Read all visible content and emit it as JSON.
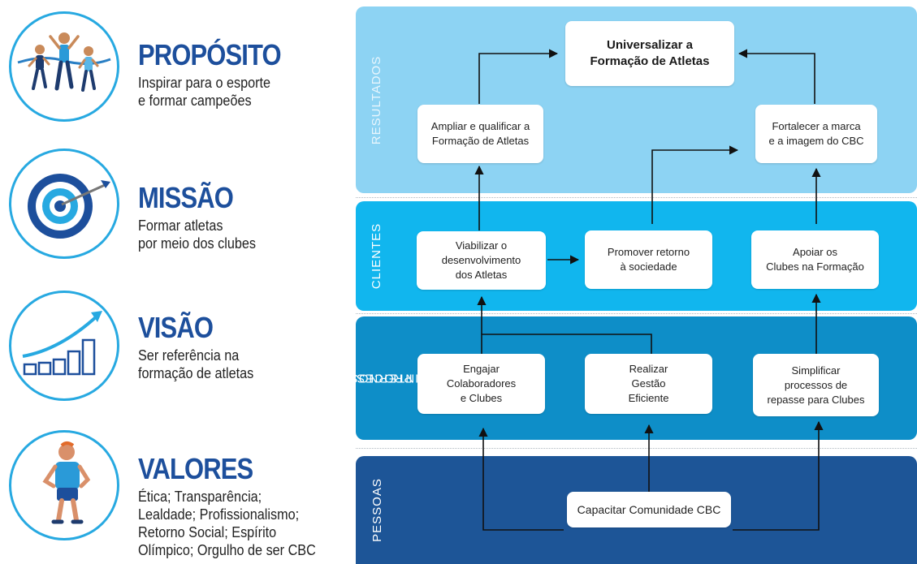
{
  "left": {
    "proposito": {
      "title": "PROPÓSITO",
      "line1": "Inspirar para o esporte",
      "line2": "e formar campeões"
    },
    "missao": {
      "title": "MISSÃO",
      "line1": "Formar atletas",
      "line2": "por meio dos clubes"
    },
    "visao": {
      "title": "VISÃO",
      "line1": "Ser referência na",
      "line2": "formação de atletas"
    },
    "valores": {
      "title": "VALORES",
      "line1": "Ética;  Transparência;",
      "line2": "Lealdade; Profissionalismo;",
      "line3": "Retorno Social; Espírito",
      "line4": "Olímpico; Orgulho de ser CBC"
    }
  },
  "bands": {
    "resultados": "RESULTADOS",
    "clientes": "CLIENTES",
    "processos_1": "PROCESSOS",
    "processos_2": "INTERNOS",
    "pessoas": "PESSOAS"
  },
  "nodes": {
    "universalizar_1": "Universalizar a",
    "universalizar_2": "Formação de Atletas",
    "ampliar_1": "Ampliar e qualificar a",
    "ampliar_2": "Formação de Atletas",
    "fortalecer_1": "Fortalecer a marca",
    "fortalecer_2": "e a imagem do CBC",
    "viabilizar_1": "Viabilizar o",
    "viabilizar_2": "desenvolvimento",
    "viabilizar_3": "dos Atletas",
    "promover_1": "Promover retorno",
    "promover_2": "à sociedade",
    "apoiar_1": "Apoiar os",
    "apoiar_2": "Clubes na Formação",
    "engajar_1": "Engajar",
    "engajar_2": "Colaboradores",
    "engajar_3": "e Clubes",
    "realizar_1": "Realizar",
    "realizar_2": "Gestão",
    "realizar_3": "Eficiente",
    "simplificar_1": "Simplificar",
    "simplificar_2": "processos de",
    "simplificar_3": "repasse para Clubes",
    "capacitar": "Capacitar Comunidade CBC"
  },
  "colors": {
    "resultados": "#8dd3f3",
    "clientes": "#11b6ee",
    "processos": "#0e8ec8",
    "pessoas": "#1d5597",
    "title_blue": "#1d4f9c",
    "icon_blue": "#27a9e1"
  },
  "icons": {
    "proposito": "runners-finish-line-icon",
    "missao": "target-arrow-icon",
    "visao": "growth-bar-chart-icon",
    "valores": "athlete-figure-icon"
  }
}
